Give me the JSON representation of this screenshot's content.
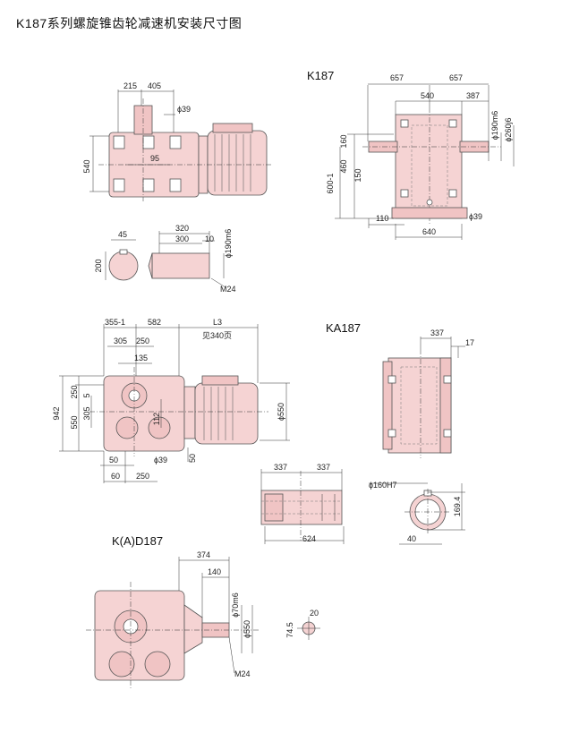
{
  "page": {
    "title": "K187系列螺旋锥齿轮减速机安装尺寸图"
  },
  "views": {
    "k187": {
      "title": "K187"
    },
    "ka187": {
      "title": "KA187"
    },
    "kad187": {
      "title": "K(A)D187"
    }
  },
  "dims": {
    "d215": "215",
    "d405": "405",
    "phi39a": "ϕ39",
    "d540v": "540",
    "d95": "95",
    "d45": "45",
    "d200": "200",
    "d320": "320",
    "d300": "300",
    "d10": "10",
    "phi190a": "ϕ190m6",
    "m24a": "M24",
    "d657a": "657",
    "d657b": "657",
    "d540h": "540",
    "d387": "387",
    "phi190b": "ϕ190m6",
    "phi260": "ϕ260j6",
    "d160": "160",
    "d460": "460",
    "d150": "150",
    "d600": "600-1",
    "d110": "110",
    "d640": "640",
    "phi39b": "ϕ39",
    "d355": "355-1",
    "d582": "582",
    "dL3": "L3",
    "see340": "见340页",
    "d305a": "305",
    "d250a": "250",
    "d135": "135",
    "d942": "942",
    "d250b": "250",
    "d5": "5",
    "d305b": "305",
    "d550v": "550",
    "d112": "112",
    "phi550a": "ϕ550",
    "d50a": "50",
    "phi39c": "ϕ39",
    "d50b": "50",
    "d60": "60",
    "d250c": "250",
    "d337a": "337",
    "d17": "17",
    "d337b": "337",
    "d337c": "337",
    "d624": "624",
    "phi160": "ϕ160H7",
    "d169": "169.4",
    "d40": "40",
    "d374": "374",
    "d140": "140",
    "phi70": "ϕ70m6",
    "phi550b": "ϕ550",
    "m24b": "M24",
    "d20": "20",
    "d745": "74.5"
  }
}
